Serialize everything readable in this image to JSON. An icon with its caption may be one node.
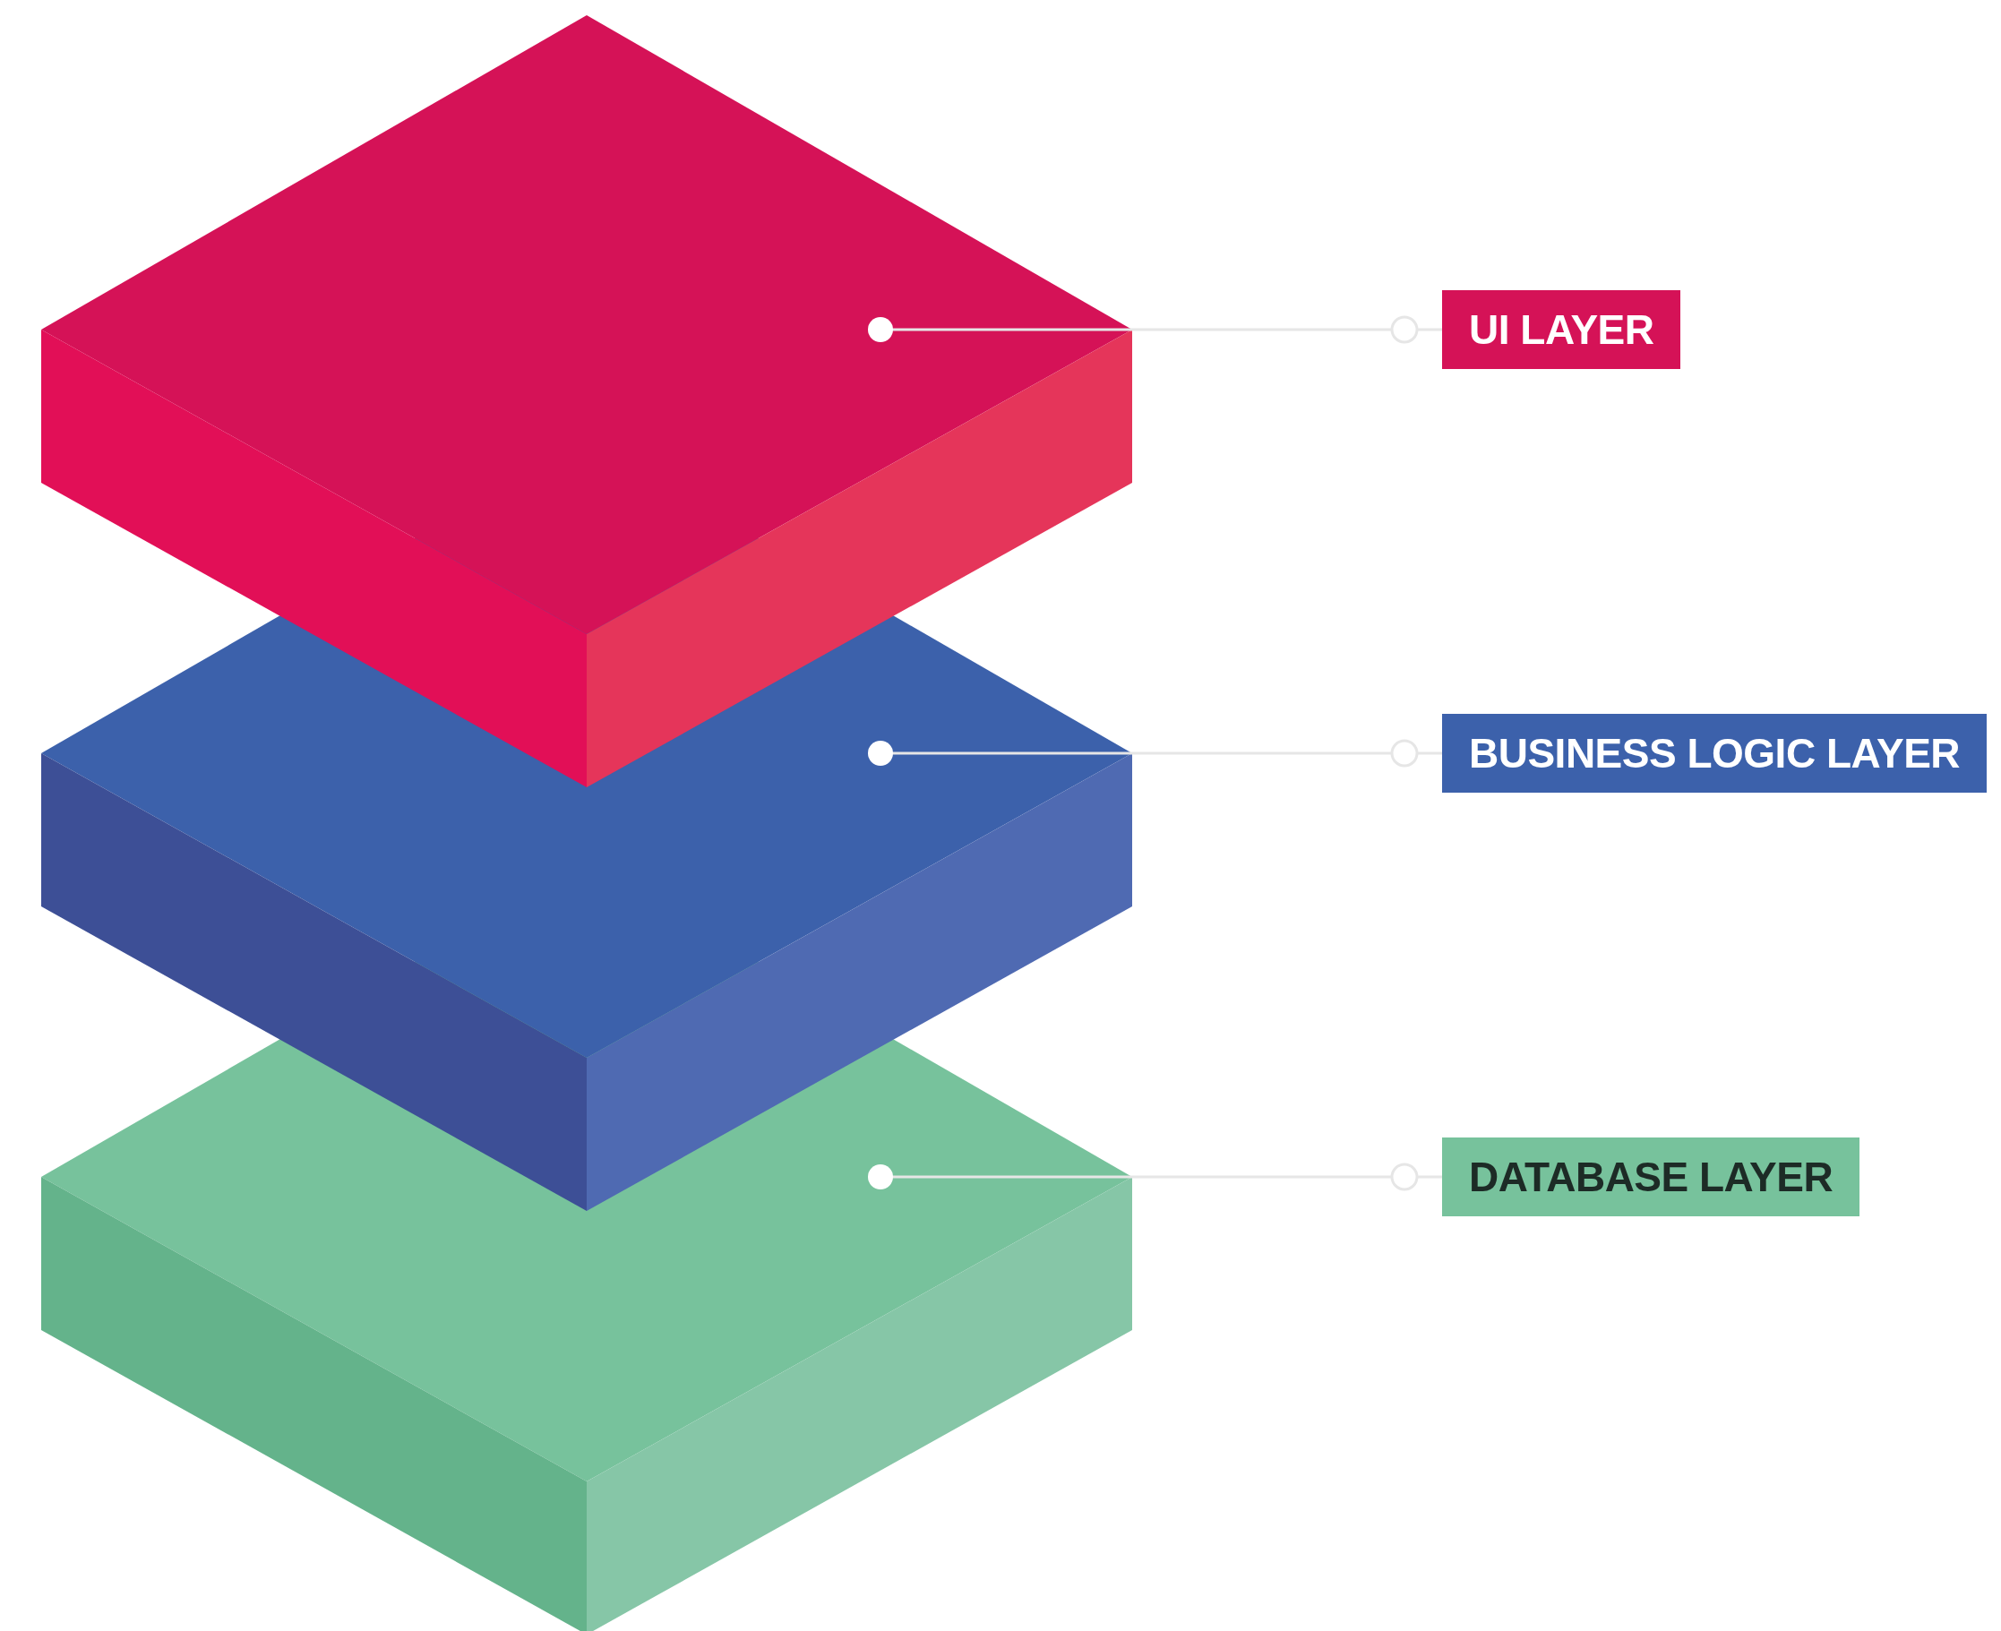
{
  "diagram": {
    "nodes": [
      {
        "text": [],
        "shape": "box"
      },
      {
        "text": [
          "UI LAYER"
        ]
      },
      {
        "text": [],
        "shape": "box"
      },
      {
        "text": [
          "BUSINESS LOGIC LAYER"
        ]
      },
      {
        "text": [],
        "shape": "box"
      },
      {
        "text": [
          "DATABASE LAYER"
        ]
      }
    ],
    "edges": [
      {
        "from": 1,
        "to": 0,
        "arrow": "other"
      },
      {
        "from": 3,
        "to": 2,
        "arrow": "other"
      },
      {
        "from": 5,
        "to": 4,
        "arrow": "other"
      }
    ]
  }
}
